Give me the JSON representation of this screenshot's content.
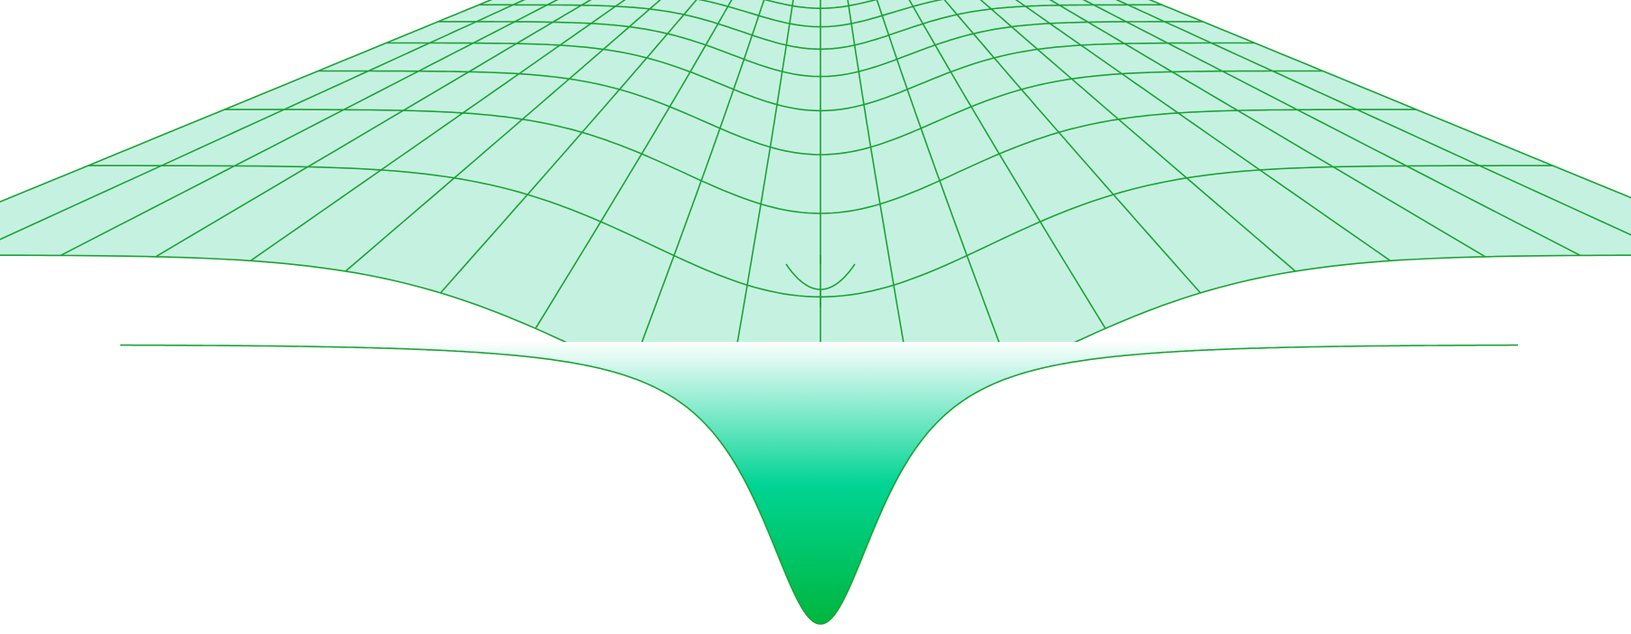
{
  "figure": {
    "description_kind": "gravity-well-illustration",
    "colors": {
      "background": "#ffffff",
      "mesh_fill": "#c5f2e0",
      "mesh_line": "#1aa334",
      "well_gradient_top": "#ffffff",
      "well_gradient_mid": "#00d494",
      "well_gradient_bottom": "#00b53a"
    },
    "panels": [
      {
        "name": "warped-grid-surface"
      },
      {
        "name": "cross-section-profile"
      }
    ]
  }
}
